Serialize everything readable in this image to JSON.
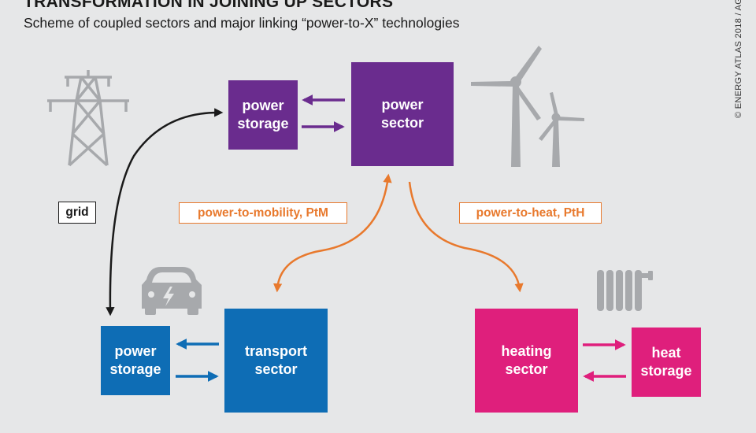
{
  "header": {
    "title": "TRANSFORMATION IN JOINING UP SECTORS",
    "subtitle": "Scheme of coupled sectors and major linking “power-to-X” technologies",
    "credit": "© ENERGY ATLAS 2018 / AG"
  },
  "nodes": {
    "power_sector": "power\nsector",
    "power_storage_top": "power\nstorage",
    "transport_sector": "transport\nsector",
    "power_storage_bottom": "power\nstorage",
    "heating_sector": "heating\nsector",
    "heat_storage": "heat\nstorage"
  },
  "links": {
    "grid": "grid",
    "power_to_mobility": "power-to-mobility, PtM",
    "power_to_heat": "power-to-heat, PtH"
  },
  "icons": [
    "pylon-icon",
    "wind-turbine-icon",
    "car-icon",
    "radiator-icon"
  ],
  "colors": {
    "power": "#6a2c8e",
    "transport": "#0e6db5",
    "heating": "#df1f7c",
    "link": "#e8792d",
    "grid": "#1a1a1a",
    "icon_gray": "#a7a9ac"
  }
}
